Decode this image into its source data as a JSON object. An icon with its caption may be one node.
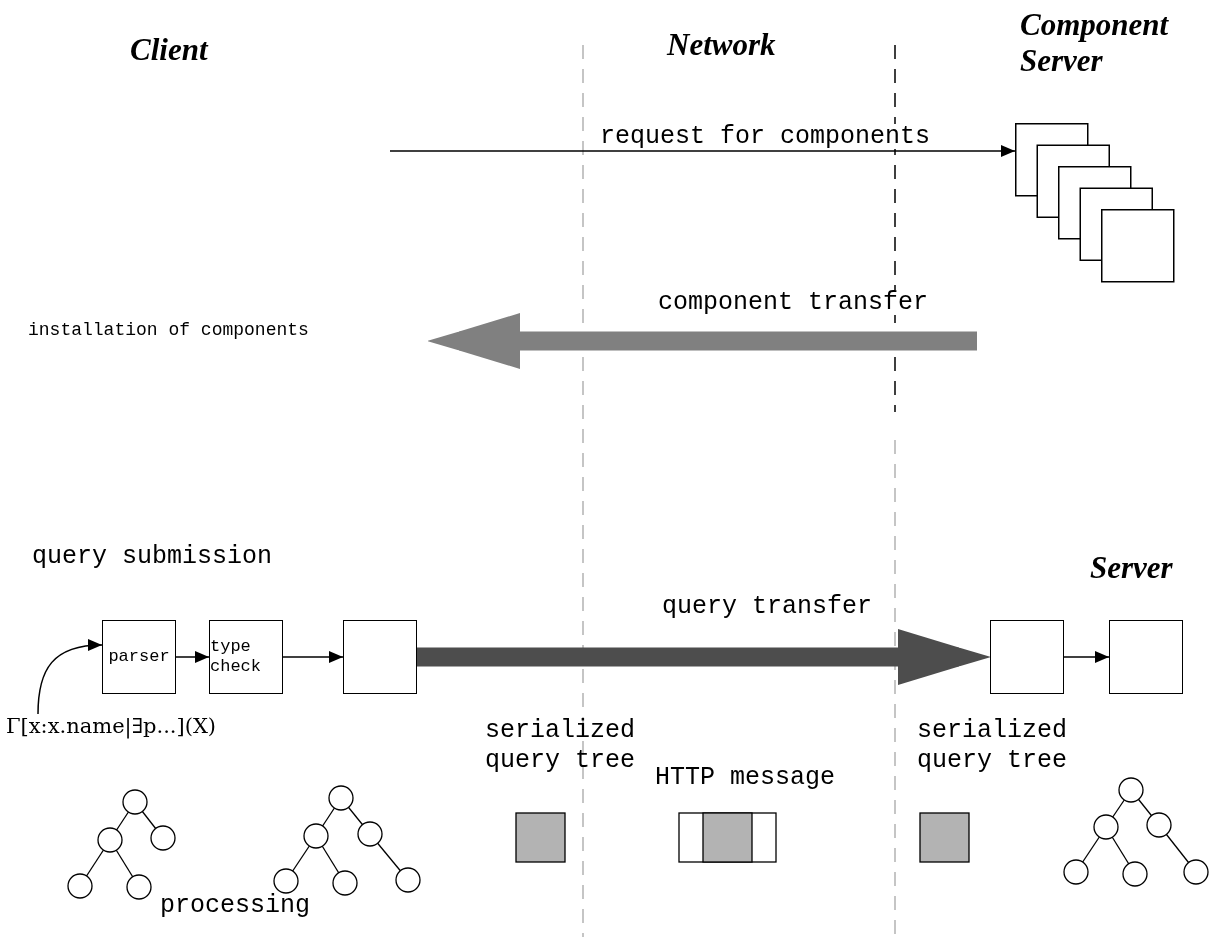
{
  "diagram": {
    "nodes": [
      {
        "text": [
          "installation of components"
        ]
      },
      {
        "text": [
          "parser"
        ]
      },
      {
        "text": [
          "type check"
        ]
      },
      {
        "text": [],
        "shape": "box"
      },
      {
        "text": [],
        "shape": "box"
      },
      {
        "text": [],
        "shape": "box"
      },
      {
        "text": [
          "Γ[x:x.name|∃p...](X)"
        ]
      },
      {
        "text": [],
        "shape": "stack"
      }
    ],
    "edges": [
      {
        "from": null,
        "to": 7,
        "arrow": "to",
        "label": "request for components"
      },
      {
        "from": null,
        "to": 0,
        "arrow": "to",
        "label": "component transfer",
        "style": "thick",
        "color": "#808080"
      },
      {
        "from": 3,
        "to": 4,
        "arrow": "to",
        "label": "query transfer",
        "style": "thick",
        "color": "#4d4d4d"
      },
      {
        "from": 1,
        "to": 2,
        "arrow": "to"
      },
      {
        "from": 2,
        "to": 3,
        "arrow": "to"
      },
      {
        "from": 4,
        "to": 5,
        "arrow": "to"
      },
      {
        "from": 6,
        "to": 1,
        "arrow": "to"
      }
    ],
    "labels": [
      "Client",
      "Network",
      "Component Server",
      "Server",
      "query submission",
      "serialized query tree",
      "HTTP message",
      "serialized query tree",
      "processing"
    ]
  }
}
